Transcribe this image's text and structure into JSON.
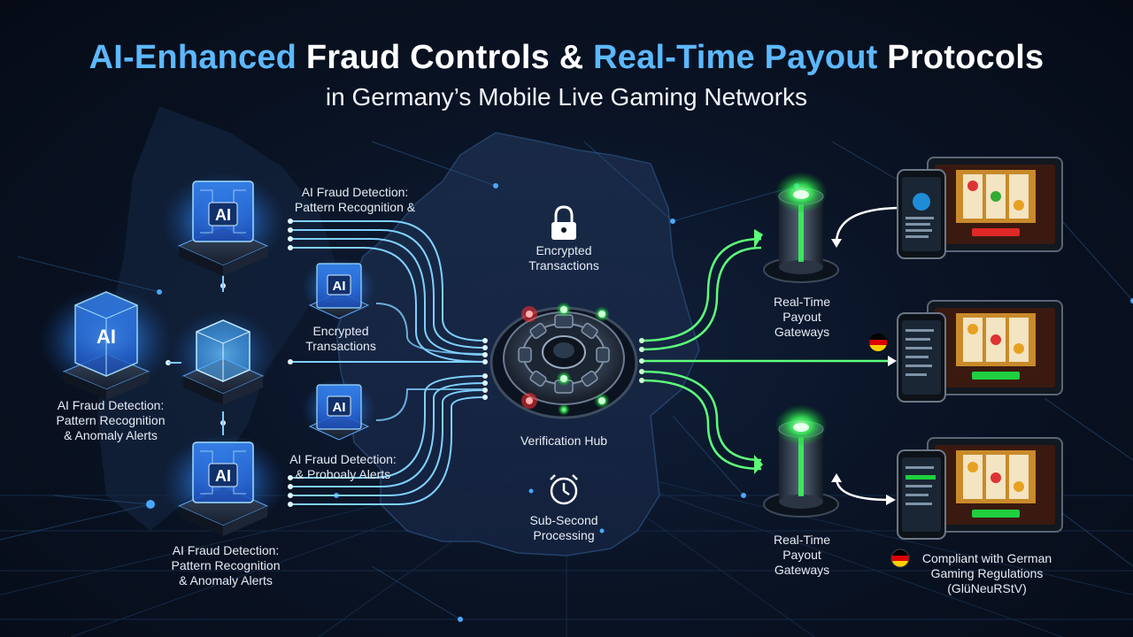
{
  "title": {
    "part1": "AI-Enhanced",
    "part2": "Fraud Controls &",
    "part3": "Real-Time Payout",
    "part4": "Protocols",
    "subtitle": "in Germany’s Mobile Live Gaming Networks"
  },
  "chip_text": "AI",
  "labels": {
    "fraud_top": [
      "AI Fraud Detection:",
      "Pattern Recognition &"
    ],
    "encrypted_mid": [
      "Encrypted",
      "Transactions"
    ],
    "fraud_left": [
      "AI Fraud Detection:",
      "Pattern Recognition",
      "& Anomaly Alerts"
    ],
    "fraud_mid_low": [
      "AI Fraud Detection:",
      "& Proboaly Alerts"
    ],
    "fraud_bottom": [
      "AI Fraud Detection:",
      "Pattern Recognition",
      "& Anomaly Alerts"
    ],
    "encrypted_top": [
      "Encrypted",
      "Transactions"
    ],
    "hub": "Verification Hub",
    "sub_second": [
      "Sub-Second",
      "Processing"
    ],
    "gateway_top": [
      "Real-Time",
      "Payout",
      "Gateways"
    ],
    "gateway_bottom": [
      "Real-Time",
      "Payout",
      "Gateways"
    ],
    "compliance": [
      "Compliant with German",
      "Gaming Regulations",
      "(GlüNeuRStV)"
    ]
  },
  "colors": {
    "accent_blue": "#5cb8ff",
    "glow_green": "#39ff5a",
    "alert_red": "#ff3030",
    "background": "#070d1a"
  },
  "icons": [
    "padlock-icon",
    "stopwatch-icon",
    "germany-flag-icon"
  ]
}
